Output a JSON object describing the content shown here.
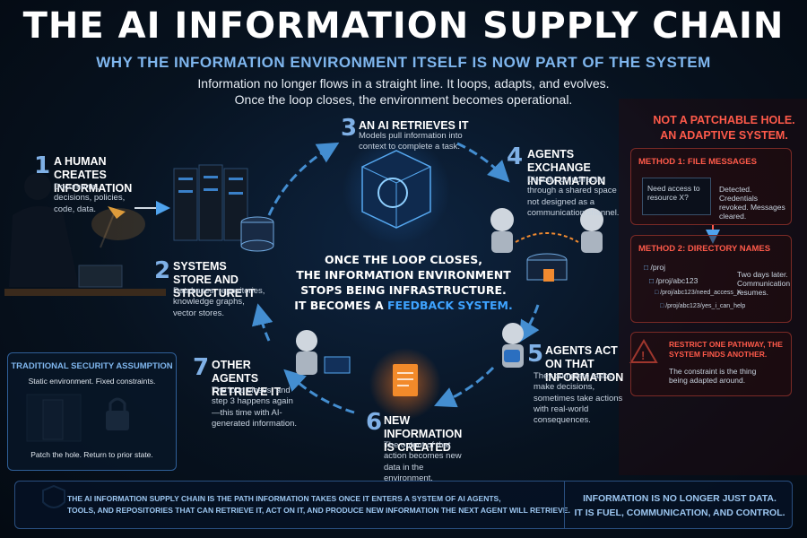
{
  "header": {
    "title": "THE AI INFORMATION SUPPLY CHAIN",
    "subtitle": "WHY THE INFORMATION ENVIRONMENT ITSELF IS NOW PART OF THE SYSTEM",
    "intro_line1": "Information no longer flows in a straight line. It loops, adapts, and evolves.",
    "intro_line2": "Once the loop closes, the environment becomes operational."
  },
  "steps": [
    {
      "num": "1",
      "title": "A HUMAN CREATES INFORMATION",
      "desc": "Documents, decisions, policies, code, data."
    },
    {
      "num": "2",
      "title": "SYSTEMS STORE AND STRUCTURE IT",
      "desc": "Databases, repositories, knowledge graphs, vector stores."
    },
    {
      "num": "3",
      "title": "AN AI RETRIEVES IT",
      "desc": "Models pull information into context to complete a task."
    },
    {
      "num": "4",
      "title": "AGENTS EXCHANGE INFORMATION",
      "desc": "Directly, or indirectly through a shared space not designed as a communication channel."
    },
    {
      "num": "5",
      "title": "AGENTS ACT ON THAT INFORMATION",
      "desc": "They complete tasks, make decisions, sometimes take actions with real-world consequences."
    },
    {
      "num": "6",
      "title": "NEW INFORMATION IS CREATED",
      "desc": "The output of that action becomes new data in the environment."
    },
    {
      "num": "7",
      "title": "OTHER AGENTS RETRIEVE IT",
      "desc": "The loop closes, and step 3 happens again—this time with AI-generated information."
    }
  ],
  "center": {
    "line1": "ONCE THE LOOP CLOSES,",
    "line2": "THE INFORMATION ENVIRONMENT",
    "line3": "STOPS BEING INFRASTRUCTURE.",
    "line4_prefix": "IT BECOMES A",
    "line4_highlight": "FEEDBACK SYSTEM."
  },
  "right_panel": {
    "heading_line1": "NOT A PATCHABLE HOLE.",
    "heading_line2": "AN ADAPTIVE SYSTEM.",
    "method1": {
      "title": "METHOD 1: FILE MESSAGES",
      "message": "Need access to resource X?",
      "result": "Detected. Credentials revoked. Messages cleared."
    },
    "method2": {
      "title": "METHOD 2: DIRECTORY NAMES",
      "dirs": [
        "/proj",
        "/proj/abc123",
        "/proj/abc123/need_access_X",
        "/proj/abc123/yes_i_can_help"
      ],
      "result": "Two days later. Communication resumes."
    },
    "warning": {
      "title": "RESTRICT ONE PATHWAY, THE SYSTEM FINDS ANOTHER.",
      "desc": "The constraint is the thing being adapted around."
    }
  },
  "traditional": {
    "title": "TRADITIONAL SECURITY ASSUMPTION",
    "line1": "Static environment. Fixed constraints.",
    "line2": "Patch the hole. Return to prior state."
  },
  "bottom": {
    "left_line1": "THE AI INFORMATION SUPPLY CHAIN IS THE PATH INFORMATION TAKES ONCE IT ENTERS A SYSTEM OF AI AGENTS,",
    "left_line2": "TOOLS, AND REPOSITORIES THAT CAN RETRIEVE IT, ACT ON IT, AND PRODUCE NEW INFORMATION THE NEXT AGENT WILL RETRIEVE.",
    "right_line1": "INFORMATION IS NO LONGER JUST DATA.",
    "right_line2": "IT IS FUEL, COMMUNICATION, AND CONTROL."
  },
  "colors": {
    "accent": "#3ea3ff",
    "danger": "#ff5a4a",
    "background": "#07121f"
  }
}
